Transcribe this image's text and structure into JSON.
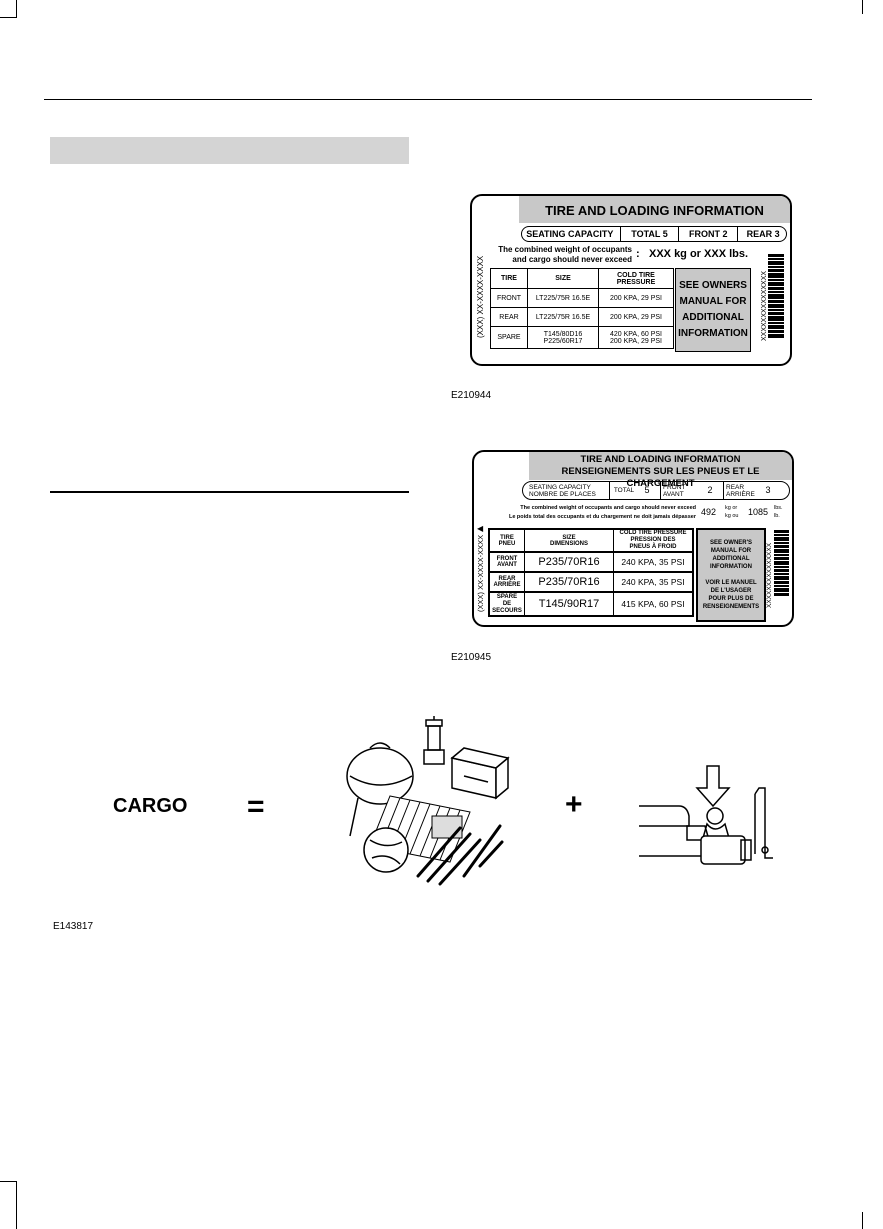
{
  "label1": {
    "title": "TIRE AND LOADING INFORMATION",
    "seating_capacity": "SEATING CAPACITY",
    "total": "TOTAL 5",
    "front": "FRONT 2",
    "rear": "REAR 3",
    "combined_line1": "The combined weight of occupants",
    "combined_line2": "and cargo should never exceed",
    "colon": ":",
    "weight": "XXX kg or XXX lbs.",
    "col_tire": "TIRE",
    "col_size": "SIZE",
    "col_pressure": "COLD TIRE PRESSURE",
    "rows": [
      {
        "tire": "FRONT",
        "size": "LT225/75R 16.5E",
        "pressure": "200 KPA, 29 PSI"
      },
      {
        "tire": "REAR",
        "size": "LT225/75R 16.5E",
        "pressure": "200 KPA, 29 PSI"
      },
      {
        "tire": "SPARE",
        "size": "T145/80D16",
        "size2": "P225/60R17",
        "pressure": "420 KPA, 60 PSI",
        "pressure2": "200 KPA, 29 PSI"
      }
    ],
    "see1": "SEE OWNERS",
    "see2": "MANUAL FOR",
    "see3": "ADDITIONAL",
    "see4": "INFORMATION",
    "side_code": "(XXX) XX-XXXX-XXXX",
    "barcode_code": "XXXXXXXXXXXXXXX",
    "code": "E210944"
  },
  "label2": {
    "title1": "TIRE AND LOADING INFORMATION",
    "title2": "RENSEIGNEMENTS SUR LES PNEUS ET LE CHARGEMENT",
    "seating1": "SEATING CAPACITY",
    "seating2": "NOMBRE DE PLACES",
    "total_label": "TOTAL",
    "total_value": "5",
    "front1": "FRONT",
    "front2": "AVANT",
    "front_value": "2",
    "rear1": "REAR",
    "rear2": "ARRIÈRE",
    "rear_value": "3",
    "combined_en": "The combined weight of occupants and cargo should never exceed",
    "combined_fr": "Le poids total des occupants et du chargement ne doit jamais dépasser",
    "kg_value": "492",
    "kg_label1": "kg or",
    "kg_label2": "kg ou",
    "lbs_value": "1085",
    "lbs_label1": "lbs.",
    "lbs_label2": "lb.",
    "h_tire1": "TIRE",
    "h_tire2": "PNEU",
    "h_size1": "SIZE",
    "h_size2": "DIMENSIONS",
    "h_press1": "COLD TIRE PRESSURE",
    "h_press2": "PRESSION DES",
    "h_press3": "PNEUS À FROID",
    "rows": [
      {
        "tire1": "FRONT",
        "tire2": "AVANT",
        "size": "P235/70R16",
        "pressure": "240 KPA,  35 PSI"
      },
      {
        "tire1": "REAR",
        "tire2": "ARRIÈRE",
        "size": "P235/70R16",
        "pressure": "240 KPA,  35 PSI"
      },
      {
        "tire1": "SPARE",
        "tire2": "DE",
        "tire3": "SECOURS",
        "size": "T145/90R17",
        "pressure": "415 KPA,  60 PSI"
      }
    ],
    "see_en1": "SEE OWNER'S",
    "see_en2": "MANUAL FOR",
    "see_en3": "ADDITIONAL",
    "see_en4": "INFORMATION",
    "see_fr1": "VOIR LE MANUEL",
    "see_fr2": "DE L'USAGER",
    "see_fr3": "POUR PLUS DE",
    "see_fr4": "RENSEIGNEMENTS",
    "side_code": "(XXX) XX-XXXX-XXXX",
    "barcode_code": "XXXXXXXXXXXXXXX",
    "code": "E210945"
  },
  "cargo": {
    "word": "CARGO",
    "equals": "=",
    "plus": "+",
    "code": "E143817"
  }
}
